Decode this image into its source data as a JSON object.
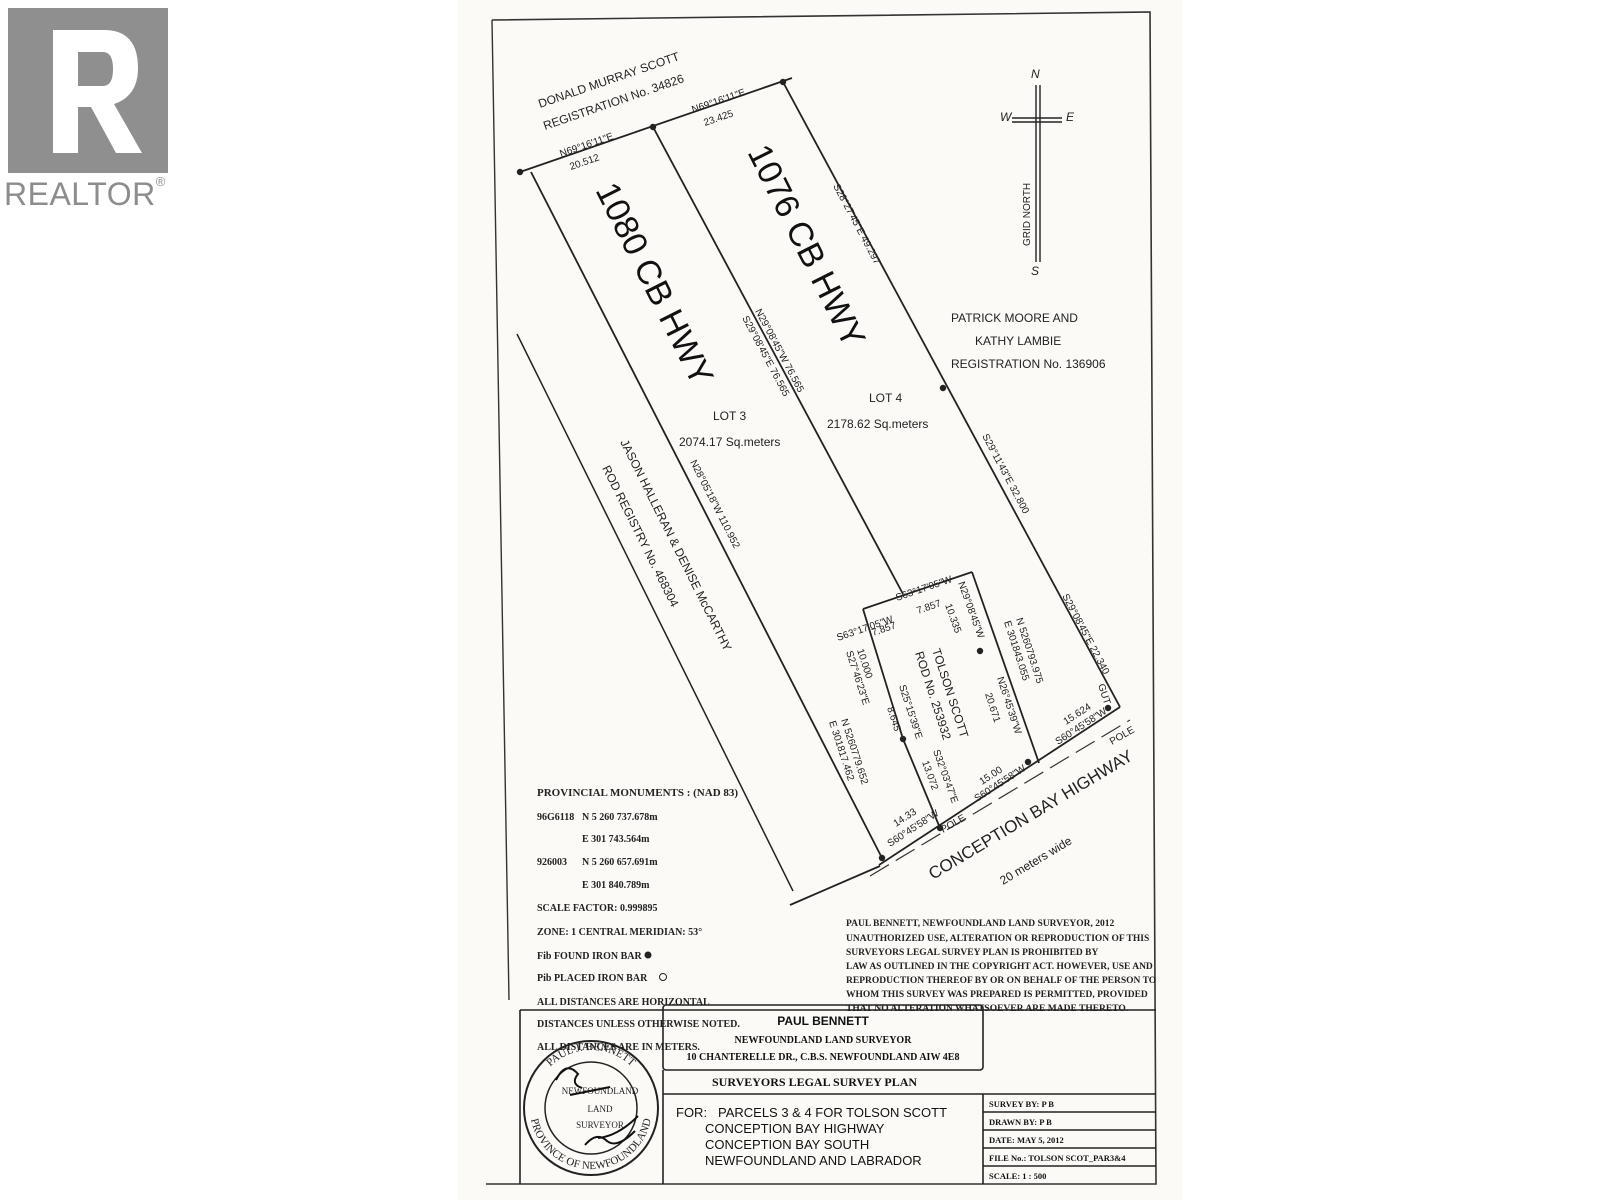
{
  "logo": {
    "text": "REALTOR",
    "mark": "®",
    "icon": "realtor-r-icon"
  },
  "plan": {
    "parcel_names": {
      "lot3_address": "1080 CB HWY",
      "lot4_address": "1076 CB HWY"
    },
    "owners": {
      "north": {
        "name": "DONALD MURRAY SCOTT",
        "registration": "REGISTRATION No. 34826"
      },
      "east": {
        "name_line1": "PATRICK MOORE AND",
        "name_line2": "KATHY LAMBIE",
        "registration": "REGISTRATION No. 136906"
      },
      "west": {
        "name": "JASON HALLERAN & DENISE McCARTHY",
        "registration": "ROD REGISTRY No. 468304"
      },
      "center": {
        "name": "TOLSON SCOTT",
        "registration": "ROD No. 253932"
      }
    },
    "lots": {
      "lot3": {
        "label": "LOT 3",
        "area": "2074.17 Sq.meters"
      },
      "lot4": {
        "label": "LOT 4",
        "area": "2178.62 Sq.meters"
      }
    },
    "bearings": {
      "north_a": "N69°16'11\"E",
      "north_a_dist": "20.512",
      "north_b": "N69°16'11\"E",
      "north_b_dist": "23.425",
      "east_top": "S28°27'45\"E 49.297",
      "east_mid": "S29°11'43\"E 32.800",
      "east_low": "S29°08'45\"E 22.340",
      "div_line1": "N29°08'45\"W 76.565",
      "div_line2": "S29°08'45\"E 76.565",
      "west_line": "N28°05'18\"W 110.952",
      "cut_a": "S63°17'05\"W",
      "cut_a_dist": "7.857",
      "cut_b": "S63°17'05\"W",
      "cut_b_dist": "7.857",
      "t_east_top": "N29°08'45\"W",
      "t_east_top_dist": "10.335",
      "t_west_a": "10.000",
      "t_west_b": "S27°46'23\"E",
      "t_mid_a": "S25°15'39\"E",
      "t_mid_b": "8.645",
      "t_low_a": "S32°03'47\"E",
      "t_low_b": "13.072",
      "t_east_a": "N26°45'39\"W",
      "t_east_b": "20.671",
      "road_a": "14.33",
      "road_a_b": "S60°45'58\"W",
      "road_b": "15.00",
      "road_b_b": "S60°45'58\"W",
      "road_c": "15.624",
      "road_c_b": "S60°45'58\"W",
      "gut": "GUT",
      "coord_a_n": "N 5260779.652",
      "coord_a_e": "E 301817.462",
      "coord_b_n": "N 5260793.975",
      "coord_b_e": "E 301843.055"
    },
    "poles": [
      "POLE",
      "POLE"
    ],
    "road": {
      "name": "CONCEPTION BAY HIGHWAY",
      "width": "20 meters wide"
    },
    "compass": {
      "n": "N",
      "s": "S",
      "e": "E",
      "w": "W",
      "grid": "GRID NORTH",
      "icon": "north-arrow-icon"
    },
    "monuments": {
      "title": "PROVINCIAL MONUMENTS : (NAD 83)",
      "m1_id": "96G6118",
      "m1_n": "N 5 260 737.678m",
      "m1_e": "E 301 743.564m",
      "m2_id": "926003",
      "m2_n": "N 5 260 657.691m",
      "m2_e": "E 301 840.789m",
      "scale_factor": "SCALE FACTOR: 0.999895",
      "zone": "ZONE: 1 CENTRAL MERIDIAN: 53°",
      "found": "Fib FOUND IRON BAR",
      "placed": "Pib PLACED IRON BAR",
      "note1": "ALL DISTANCES ARE HORIZONTAL",
      "note2": "DISTANCES UNLESS OTHERWISE NOTED.",
      "note3": "ALL DISTANCES ARE IN METERS."
    },
    "copyright": [
      "PAUL BENNETT, NEWFOUNDLAND LAND SURVEYOR, 2012",
      "UNAUTHORIZED USE, ALTERATION OR REPRODUCTION OF THIS",
      "SURVEYORS LEGAL SURVEY PLAN IS PROHIBITED BY",
      "LAW AS OUTLINED IN THE COPYRIGHT ACT. HOWEVER, USE AND",
      "REPRODUCTION THEREOF BY OR ON BEHALF OF THE PERSON TO",
      "WHOM THIS SURVEY WAS PREPARED IS PERMITTED, PROVIDED",
      "THAT NO ALTERATION WHATSOEVER ARE MADE THERETO."
    ],
    "title_block": {
      "surveyor": "PAUL BENNETT",
      "surveyor_title": "NEWFOUNDLAND LAND SURVEYOR",
      "address": "10 CHANTERELLE DR., C.B.S. NEWFOUNDLAND AIW 4E8",
      "plan_type": "SURVEYORS LEGAL SURVEY PLAN",
      "for_label": "FOR:",
      "for_line1": "PARCELS 3 & 4 FOR TOLSON SCOTT",
      "for_line2": "CONCEPTION BAY HIGHWAY",
      "for_line3": "CONCEPTION BAY SOUTH",
      "for_line4": "NEWFOUNDLAND AND LABRADOR",
      "survey_by": "SURVEY BY:  P B",
      "drawn_by": "DRAWN BY:  P B",
      "date": "DATE:  MAY 5, 2012",
      "file_no": "FILE No.:  TOLSON SCOT_PAR3&4",
      "scale": "SCALE:  1 : 500"
    },
    "seal": {
      "outer_top": "PAUL J. BENNETT",
      "outer_bottom": "PROVINCE OF NEWFOUNDLAND",
      "inner1": "NEWFOUNDLAND",
      "inner2": "LAND",
      "inner3": "SURVEYOR",
      "icon": "surveyor-seal-icon"
    }
  }
}
